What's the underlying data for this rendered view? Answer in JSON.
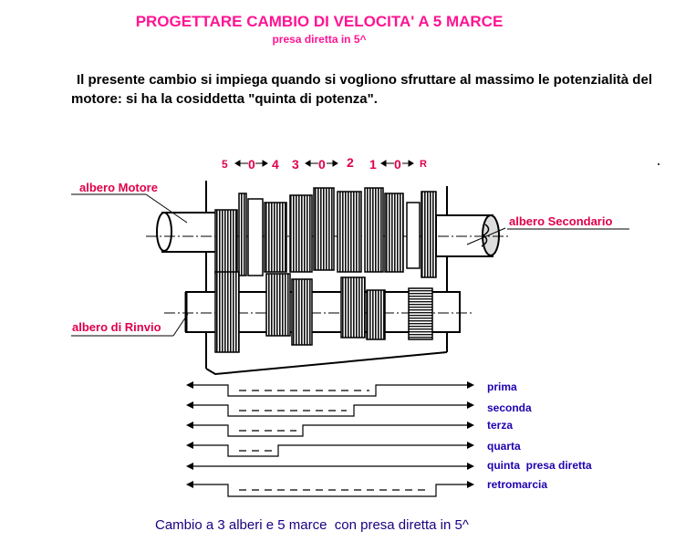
{
  "header": {
    "title": "PROGETTARE CAMBIO DI VELOCITA' A 5 MARCE",
    "subtitle": "presa diretta in 5^"
  },
  "intro": "Il presente cambio si impiega quando si vogliono sfruttare al massimo le potenzialità del motore: si ha la cosiddetta \"quinta di potenza\".",
  "diagram": {
    "gear_labels": [
      "5",
      "0",
      "4",
      "3",
      "0",
      "2",
      "1",
      "0",
      "R"
    ],
    "shaft_labels": {
      "motore": "albero Motore",
      "secondario": "albero Secondario",
      "rinvio": "albero di Rinvio"
    },
    "colors": {
      "labels": "#e0004a",
      "legend": "#2000b0",
      "title": "#ff1493"
    }
  },
  "legend": {
    "items": [
      "prima",
      "seconda",
      "terza",
      "quarta",
      "quinta  presa diretta",
      "retromarcia"
    ]
  },
  "caption": "Cambio a 3 alberi e 5 marce  con presa diretta in 5^"
}
